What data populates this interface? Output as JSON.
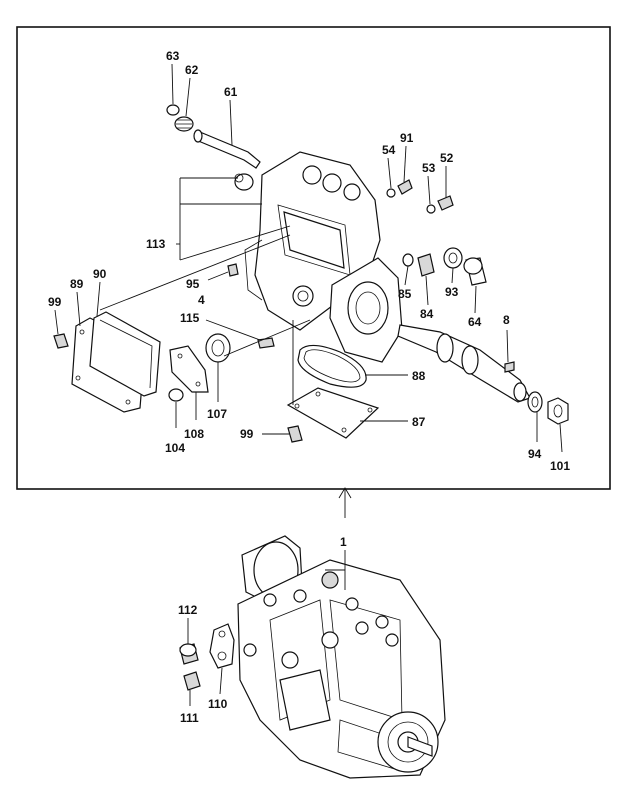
{
  "labels": {
    "p63": "63",
    "p62": "62",
    "p61": "61",
    "p54": "54",
    "p91": "91",
    "p53": "53",
    "p52": "52",
    "p113": "113",
    "p95": "95",
    "p4": "4",
    "p115": "115",
    "p85": "85",
    "p84": "84",
    "p93": "93",
    "p64": "64",
    "p8": "8",
    "p89": "89",
    "p90": "90",
    "p99a": "99",
    "p88": "88",
    "p107": "107",
    "p108": "108",
    "p104": "104",
    "p87": "87",
    "p99b": "99",
    "p94": "94",
    "p101": "101",
    "p1": "1",
    "p112": "112",
    "p110": "110",
    "p111": "111"
  }
}
